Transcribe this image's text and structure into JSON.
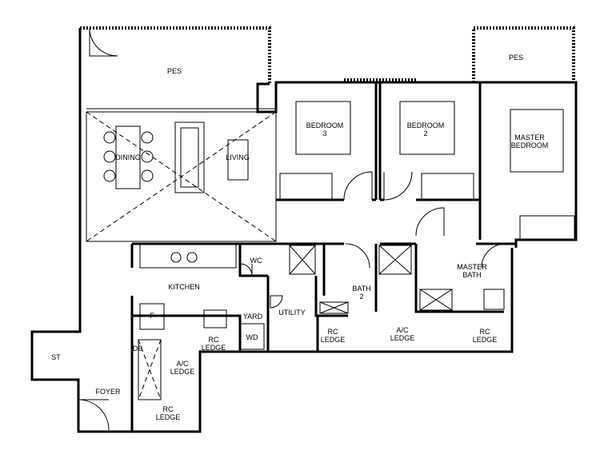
{
  "plan": {
    "rooms": {
      "pes_left": "PES",
      "pes_right": "PES",
      "bedroom3": [
        "BEDROOM",
        "3"
      ],
      "bedroom2": [
        "BEDROOM",
        "2"
      ],
      "master_bedroom": [
        "MASTER",
        "BEDROOM"
      ],
      "dining": "DINING",
      "living": "LIVING",
      "wc": "WC",
      "kitchen": "KITCHEN",
      "master_bath": [
        "MASTER",
        "BATH"
      ],
      "bath2": [
        "BATH",
        "2"
      ],
      "utility": "UTILITY",
      "yard": "YARD",
      "wd": "WD",
      "fridge": "F",
      "db": "DB",
      "ac_ledge_small": [
        "A/C",
        "LEDGE"
      ],
      "ac_ledge_large": [
        "A/C",
        "LEDGE"
      ],
      "rc_ledge_kitchen": [
        "RC",
        "LEDGE"
      ],
      "rc_ledge_foyer": [
        "RC",
        "LEDGE"
      ],
      "rc_ledge_mid": [
        "RC",
        "LEDGE"
      ],
      "rc_ledge_right": [
        "RC",
        "LEDGE"
      ],
      "store": "ST",
      "foyer": "FOYER"
    }
  }
}
